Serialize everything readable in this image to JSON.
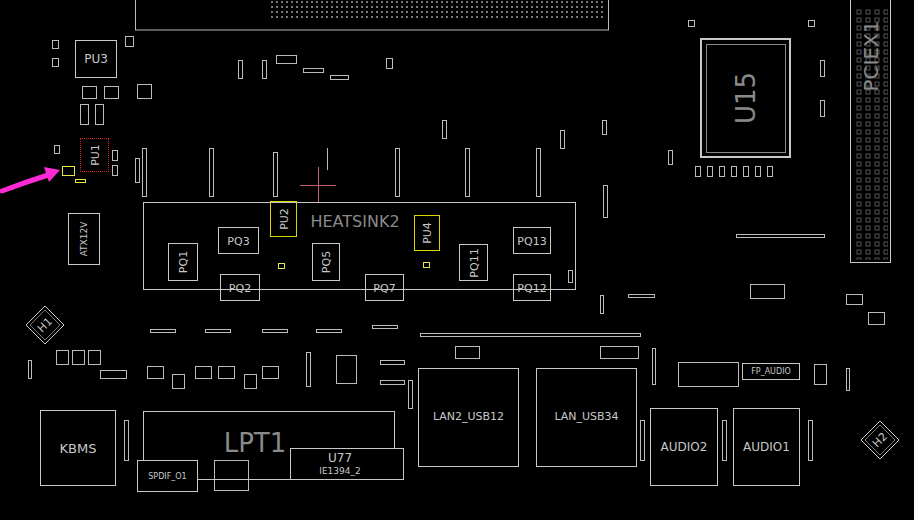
{
  "diagram": {
    "nodes": [
      {
        "text": [
          "PU3"
        ]
      },
      {
        "text": [
          "U15"
        ]
      },
      {
        "text": [
          "PCIEX1"
        ]
      },
      {
        "text": [
          "PU1"
        ]
      },
      {
        "text": [
          "HEATSINK2"
        ]
      },
      {
        "text": [
          "PU2"
        ],
        "in": 4
      },
      {
        "text": [
          "PU4"
        ],
        "in": 4
      },
      {
        "text": [
          "PQ3"
        ],
        "in": 4
      },
      {
        "text": [
          "PQ13"
        ],
        "in": 4
      },
      {
        "text": [
          "ATX12V"
        ]
      },
      {
        "text": [
          "PQ1"
        ],
        "in": 4
      },
      {
        "text": [
          "PQ5"
        ],
        "in": 4
      },
      {
        "text": [
          "PQ11"
        ],
        "in": 4
      },
      {
        "text": [
          "PQ2"
        ],
        "in": 4
      },
      {
        "text": [
          "PQ7"
        ],
        "in": 4
      },
      {
        "text": [
          "PQ12"
        ],
        "in": 4
      },
      {
        "text": [
          "H1"
        ]
      },
      {
        "text": [
          "FP_AUDIO"
        ]
      },
      {
        "text": [
          "LAN2_USB12"
        ]
      },
      {
        "text": [
          "LAN_USB34"
        ]
      },
      {
        "text": [
          "AUDIO2"
        ]
      },
      {
        "text": [
          "AUDIO1"
        ]
      },
      {
        "text": [
          "LPT1"
        ]
      },
      {
        "text": [
          "KBMS"
        ]
      },
      {
        "text": [
          "H2"
        ]
      },
      {
        "text": [
          "U77",
          "IE1394_2"
        ]
      },
      {
        "text": [
          "SPDIF_O1"
        ]
      }
    ]
  }
}
